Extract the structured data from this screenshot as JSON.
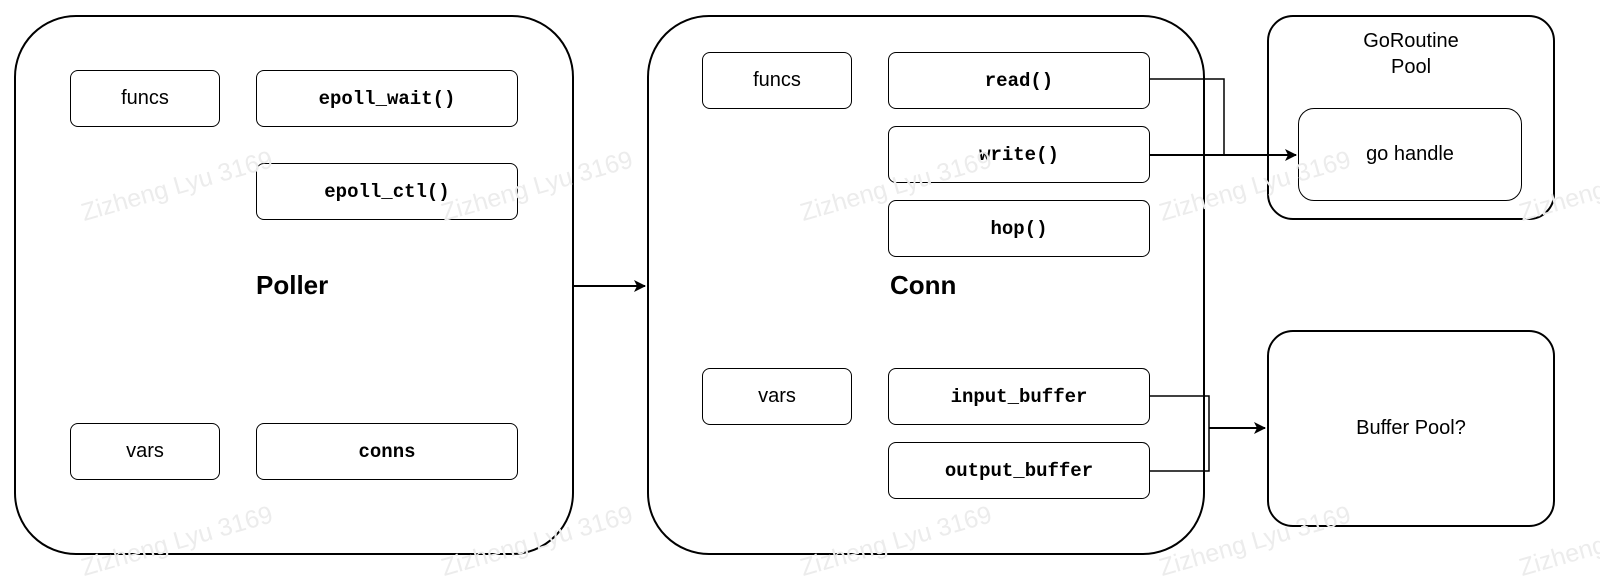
{
  "poller": {
    "title": "Poller",
    "funcs_label": "funcs",
    "vars_label": "vars",
    "funcs": [
      "epoll_wait()",
      "epoll_ctl()"
    ],
    "vars": [
      "conns"
    ]
  },
  "conn": {
    "title": "Conn",
    "funcs_label": "funcs",
    "vars_label": "vars",
    "funcs": [
      "read()",
      "write()",
      "hop()"
    ],
    "vars": [
      "input_buffer",
      "output_buffer"
    ]
  },
  "goroutine_pool": {
    "title": "GoRoutine Pool",
    "handler": "go handle"
  },
  "buffer_pool": {
    "title": "Buffer Pool?"
  },
  "watermark": "Zizheng Lyu 3169"
}
